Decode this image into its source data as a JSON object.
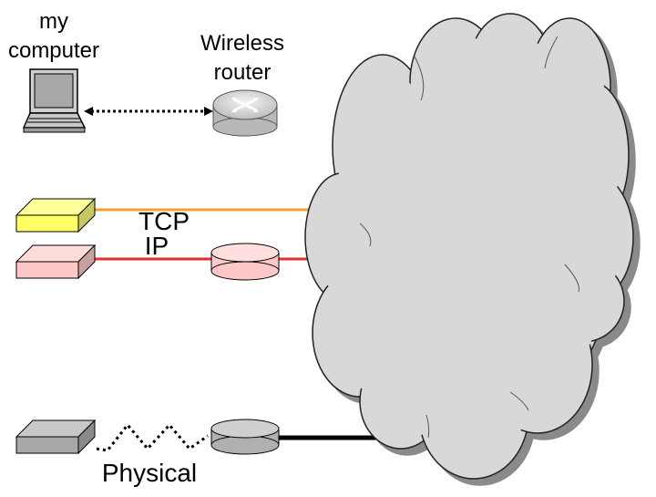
{
  "labels": {
    "my_computer": [
      "my",
      "computer"
    ],
    "wireless_router": [
      "Wireless",
      "router"
    ],
    "tcp": "TCP",
    "ip": "IP",
    "physical": "Physical"
  },
  "colors": {
    "tcp_line": "#f0a030",
    "ip_line": "#e03030",
    "tcp_box": "#ffff80",
    "ip_box": "#ffcccc",
    "phys_box": "#b0b0b0",
    "cloud": "#d8d8d8",
    "cloud_shadow": "#8a8a8a"
  },
  "icons": [
    "laptop-icon",
    "wireless-router-icon",
    "tcp-layer-box",
    "ip-layer-box",
    "physical-layer-box",
    "router-ip-cylinder",
    "router-physical-cylinder",
    "internet-cloud"
  ]
}
